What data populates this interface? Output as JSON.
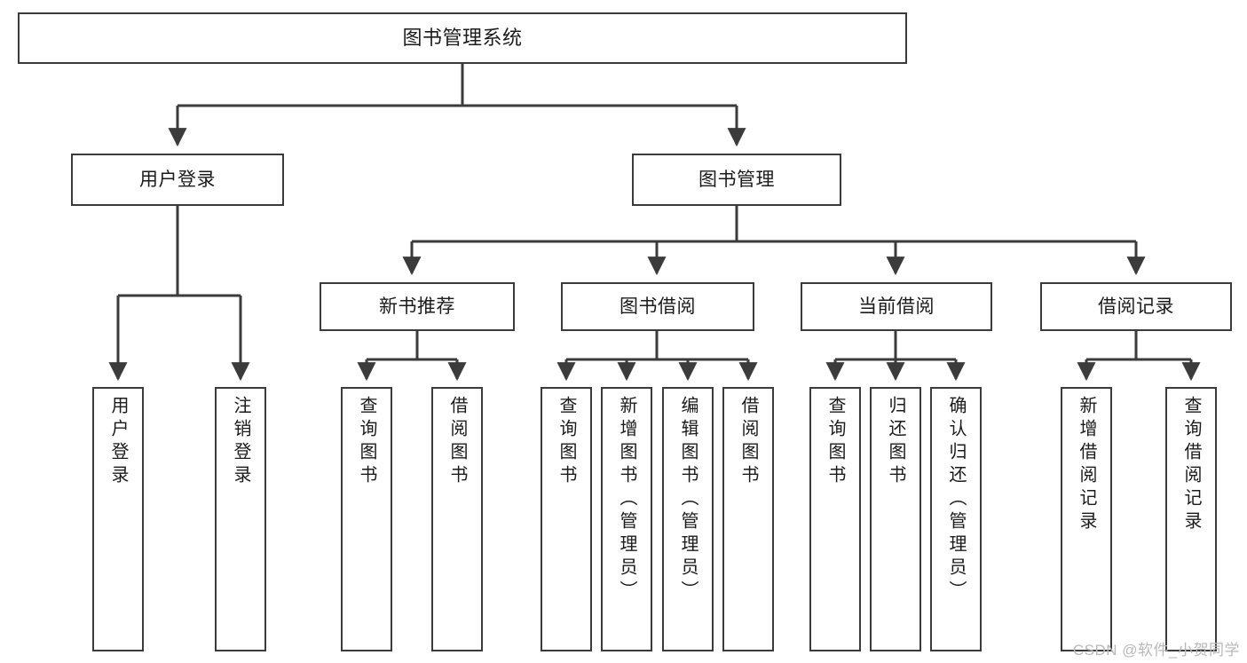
{
  "diagram": {
    "title": "图书管理系统",
    "background_color": "#ffffff",
    "stroke_color": "#3b3b3b",
    "text_color": "#1b1b1b",
    "levels": {
      "root": {
        "label": "图书管理系统"
      },
      "level2": [
        {
          "label": "用户登录"
        },
        {
          "label": "图书管理"
        }
      ],
      "level3": [
        {
          "label": "新书推荐"
        },
        {
          "label": "图书借阅"
        },
        {
          "label": "当前借阅"
        },
        {
          "label": "借阅记录"
        }
      ],
      "leaves": [
        {
          "label": "用户登录",
          "parent": "用户登录"
        },
        {
          "label": "注销登录",
          "parent": "用户登录"
        },
        {
          "label": "查询图书",
          "parent": "新书推荐"
        },
        {
          "label": "借阅图书",
          "parent": "新书推荐"
        },
        {
          "label": "查询图书",
          "parent": "图书借阅"
        },
        {
          "label": "新增图书（管理员）",
          "parent": "图书借阅"
        },
        {
          "label": "编辑图书（管理员）",
          "parent": "图书借阅"
        },
        {
          "label": "借阅图书",
          "parent": "图书借阅"
        },
        {
          "label": "查询图书",
          "parent": "当前借阅"
        },
        {
          "label": "归还图书",
          "parent": "当前借阅"
        },
        {
          "label": "确认归还（管理员）",
          "parent": "当前借阅"
        },
        {
          "label": "新增借阅记录",
          "parent": "借阅记录"
        },
        {
          "label": "查询借阅记录",
          "parent": "借阅记录"
        }
      ]
    }
  },
  "watermark": {
    "text": "CSDN @软件_小贺同学"
  }
}
